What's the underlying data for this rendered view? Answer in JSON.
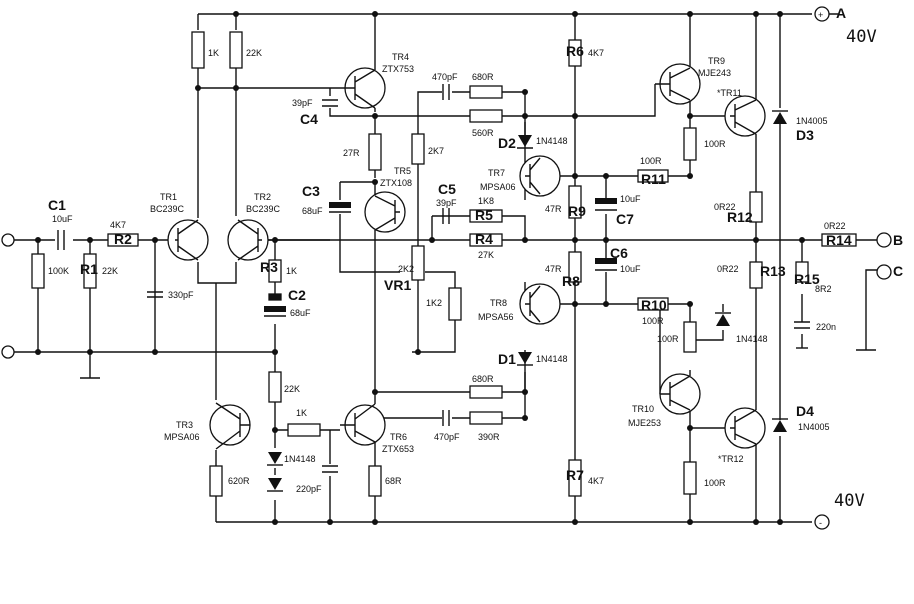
{
  "supply": {
    "pos_node": "A",
    "pos_voltage": "40V",
    "neg_voltage": "40V",
    "plus_sign": "+",
    "minus_sign": "-"
  },
  "outputs": {
    "b": "B",
    "c": "C"
  },
  "resistors": {
    "r1k_a": "1K",
    "r22k_a": "22K",
    "r2": "R2",
    "r2_val": "4K7",
    "r1": "R1",
    "r1_val": "22K",
    "r100k": "100K",
    "r3": "R3",
    "r3_val": "1K",
    "r22k_b": "22K",
    "r1k_b": "1K",
    "r620": "620R",
    "r27": "27R",
    "r2k7": "2K7",
    "r68": "68R",
    "r680_top": "680R",
    "r560": "560R",
    "r1k8": "1K8",
    "r5": "R5",
    "r4": "R4",
    "r27k": "27K",
    "r2k2": "2K2",
    "r1k2": "1K2",
    "r680_bot": "680R",
    "r390": "390R",
    "r6": "R6",
    "r6_val": "4K7",
    "r9": "R9",
    "r9_val": "47R",
    "r8": "R8",
    "r8_val": "47R",
    "r7": "R7",
    "r7_val": "4K7",
    "r11": "R11",
    "r11_val": "100R",
    "r10": "R10",
    "r10_val": "100R",
    "r100_a": "100R",
    "r100_b": "100R",
    "r100_c": "100R",
    "r12": "R12",
    "r12_val": "0R22",
    "r13": "R13",
    "r13_val": "0R22",
    "r14": "R14",
    "r14_val": "0R22",
    "r15": "R15",
    "r15_val": "8R2"
  },
  "capacitors": {
    "c1": "C1",
    "c1_val": "10uF",
    "c330": "330pF",
    "c2": "C2",
    "c2_val": "68uF",
    "c4": "C4",
    "c4_val": "39pF",
    "c3": "C3",
    "c3_val": "68uF",
    "c5": "C5",
    "c5_val": "39pF",
    "c470_top": "470pF",
    "c470_bot": "470pF",
    "c220p": "220pF",
    "c7": "C7",
    "c7_val": "10uF",
    "c6": "C6",
    "c6_val": "10uF",
    "c220n": "220n"
  },
  "semis": {
    "tr1": "TR1",
    "tr1_type": "BC239C",
    "tr2": "TR2",
    "tr2_type": "BC239C",
    "tr3": "TR3",
    "tr3_type": "MPSA06",
    "tr4": "TR4",
    "tr4_type": "ZTX753",
    "tr5": "TR5",
    "tr5_type": "ZTX108",
    "tr6": "TR6",
    "tr6_type": "ZTX653",
    "tr7": "TR7",
    "tr7_type": "MPSA06",
    "tr8": "TR8",
    "tr8_type": "MPSA56",
    "tr9": "TR9",
    "tr9_type": "MJE243",
    "tr10": "TR10",
    "tr10_type": "MJE253",
    "tr11": "*TR11",
    "tr12": "*TR12",
    "d1": "D1",
    "d2": "D2",
    "d3": "D3",
    "d4": "D4",
    "d1n4148": "1N4148",
    "d4005": "1N4005",
    "vr1": "VR1"
  }
}
